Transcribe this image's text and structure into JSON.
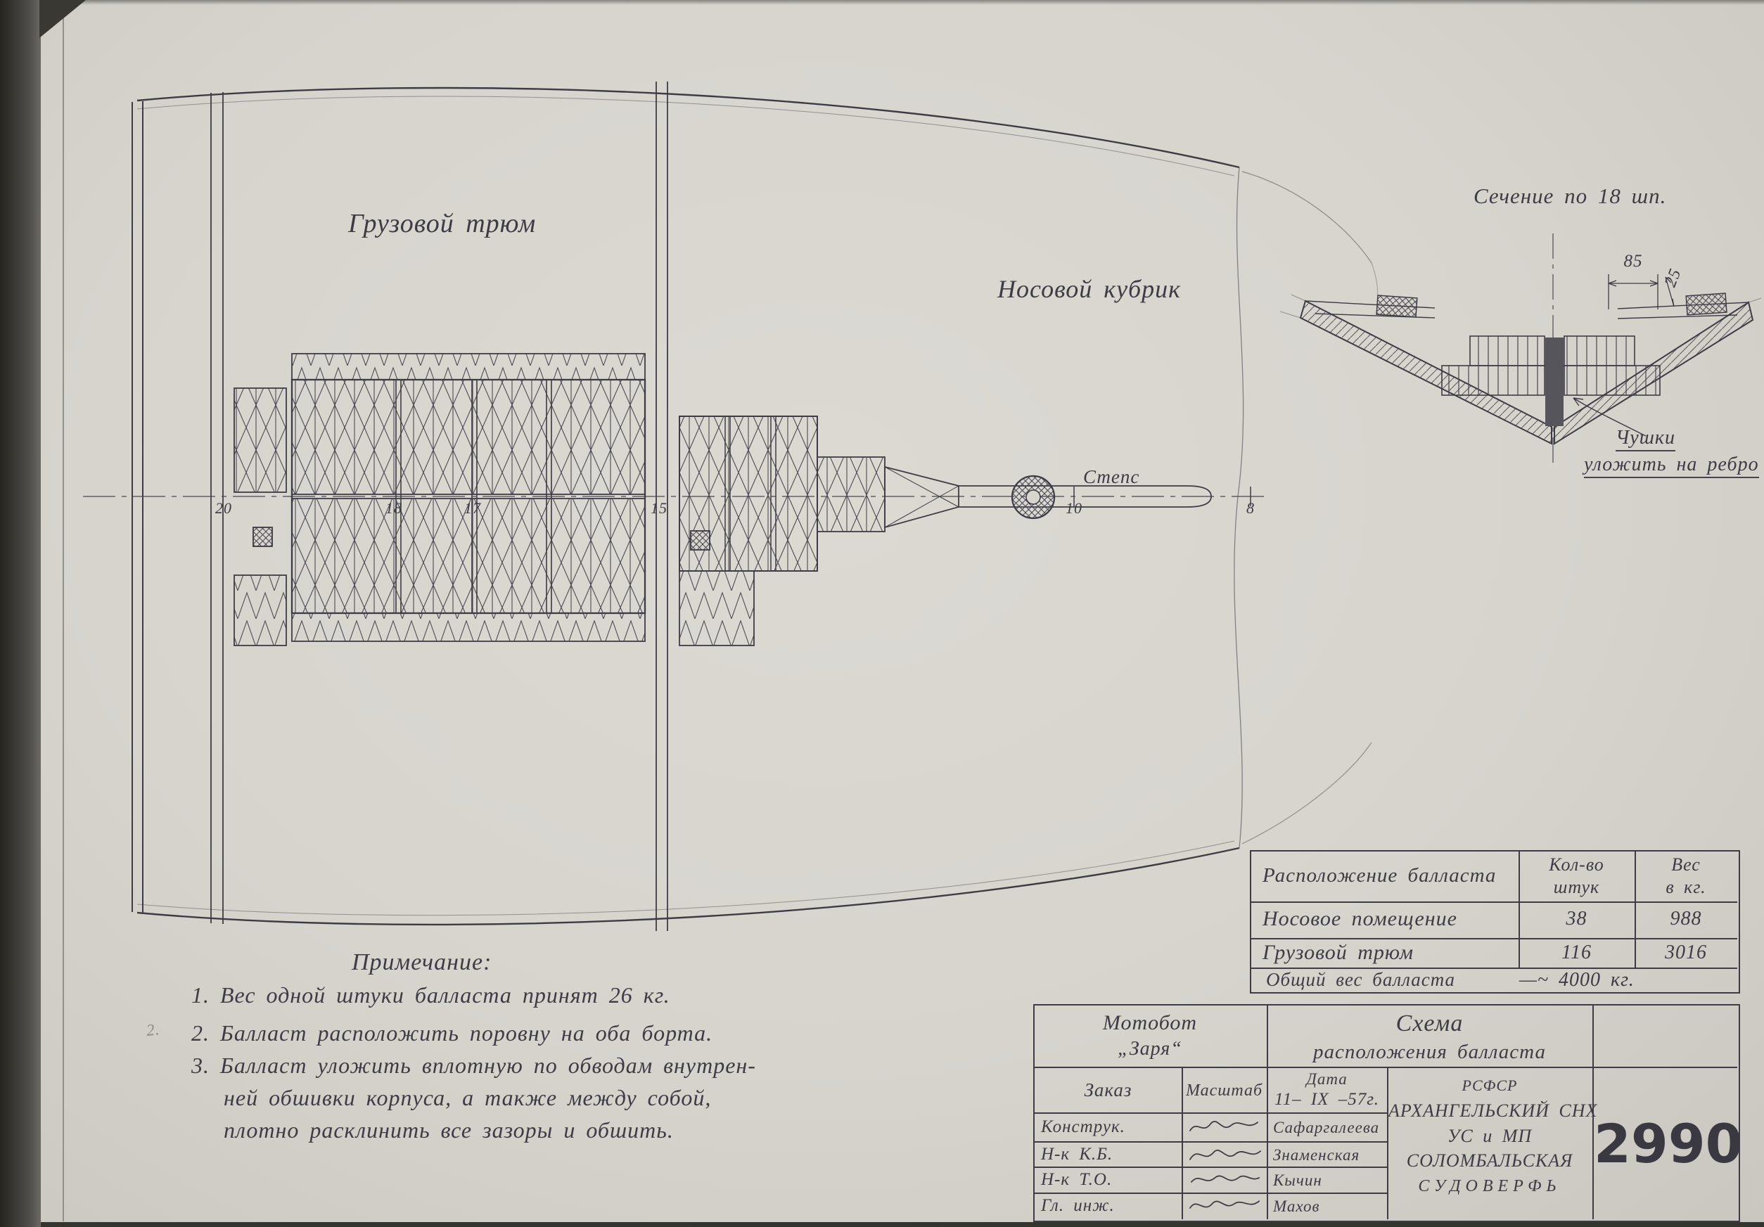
{
  "plan": {
    "cargo_hold_label": "Грузовой  трюм",
    "bow_cabin_label": "Носовой  кубрик",
    "mast_step_label": "Степс",
    "frame_numbers": [
      "20",
      "18",
      "17",
      "15",
      "10",
      "8"
    ],
    "margin_mark": "2."
  },
  "section": {
    "title": "Сечение  по  18 шп.",
    "dim_width": "85",
    "dim_height": "25",
    "note_line1": "Чушки",
    "note_line2": "уложить  на ребро"
  },
  "notes": {
    "title": "Примечание:",
    "line1": "1. Вес  одной  штуки  балласта  принят  26 кг.",
    "line2": "2. Балласт  расположить  поровну  на  оба  борта.",
    "line3a": "3. Балласт  уложить  вплотную  по  обводам  внутрен-",
    "line3b": "ней  обшивки  корпуса,  а  также  между  собой,",
    "line3c": "плотно  расклинить  все  зазоры  и  обшить."
  },
  "table": {
    "col1": "Расположение  балласта",
    "col2a": "Кол-во",
    "col2b": "штук",
    "col3a": "Вес",
    "col3b": "в кг.",
    "rows": [
      {
        "name": "Носовое  помещение",
        "qty": "38",
        "weight": "988"
      },
      {
        "name": "Грузовой  трюм",
        "qty": "116",
        "weight": "3016"
      }
    ],
    "total_label": "Общий  вес  балласта",
    "total_value": "—~ 4000 кг."
  },
  "titleblock": {
    "vessel_line1": "Мотобот",
    "vessel_line2": "„Заря“",
    "scheme_line1": "Схема",
    "scheme_line2": "расположения балласта",
    "order_label": "Заказ",
    "scale_label": "Масштаб",
    "date_label": "Дата",
    "date_value": "11– IX –57г.",
    "rows": [
      {
        "role": "Конструк.",
        "name": "Сафаргалеева"
      },
      {
        "role": "Н-к К.Б.",
        "name": "Знаменская"
      },
      {
        "role": "Н-к Т.О.",
        "name": "Кычин"
      },
      {
        "role": "Гл. инж.",
        "name": "Махов"
      }
    ],
    "org_line1": "РСФСР",
    "org_line2": "АРХАНГЕЛЬСКИЙ СНХ",
    "org_line3": "УС и МП",
    "org_line4": "СОЛОМБАЛЬСКАЯ",
    "org_line5": "СУДОВЕРФЬ",
    "drawing_number": "2990"
  }
}
